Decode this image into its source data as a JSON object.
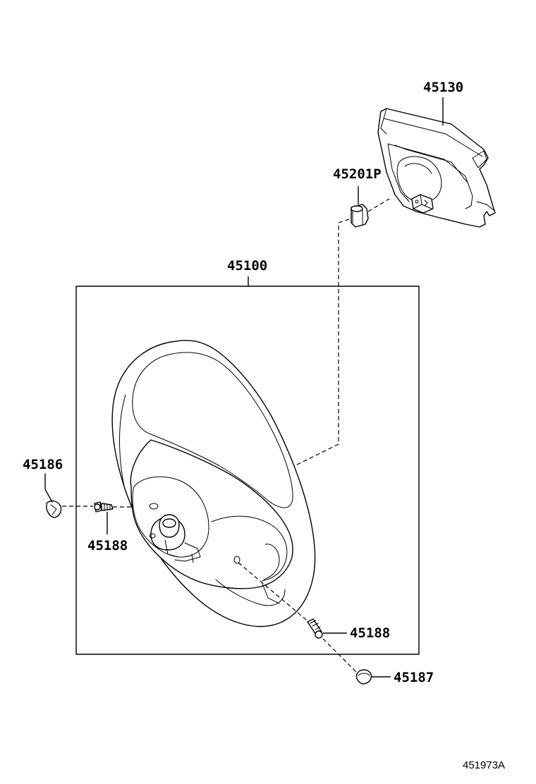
{
  "labels": {
    "pad": "45130",
    "nut": "45201P",
    "wheel_assy": "45100",
    "cap_left": "45186",
    "screw_left": "45188",
    "screw_right": "45188",
    "cap_right": "45187"
  },
  "figure_id": "451973A"
}
